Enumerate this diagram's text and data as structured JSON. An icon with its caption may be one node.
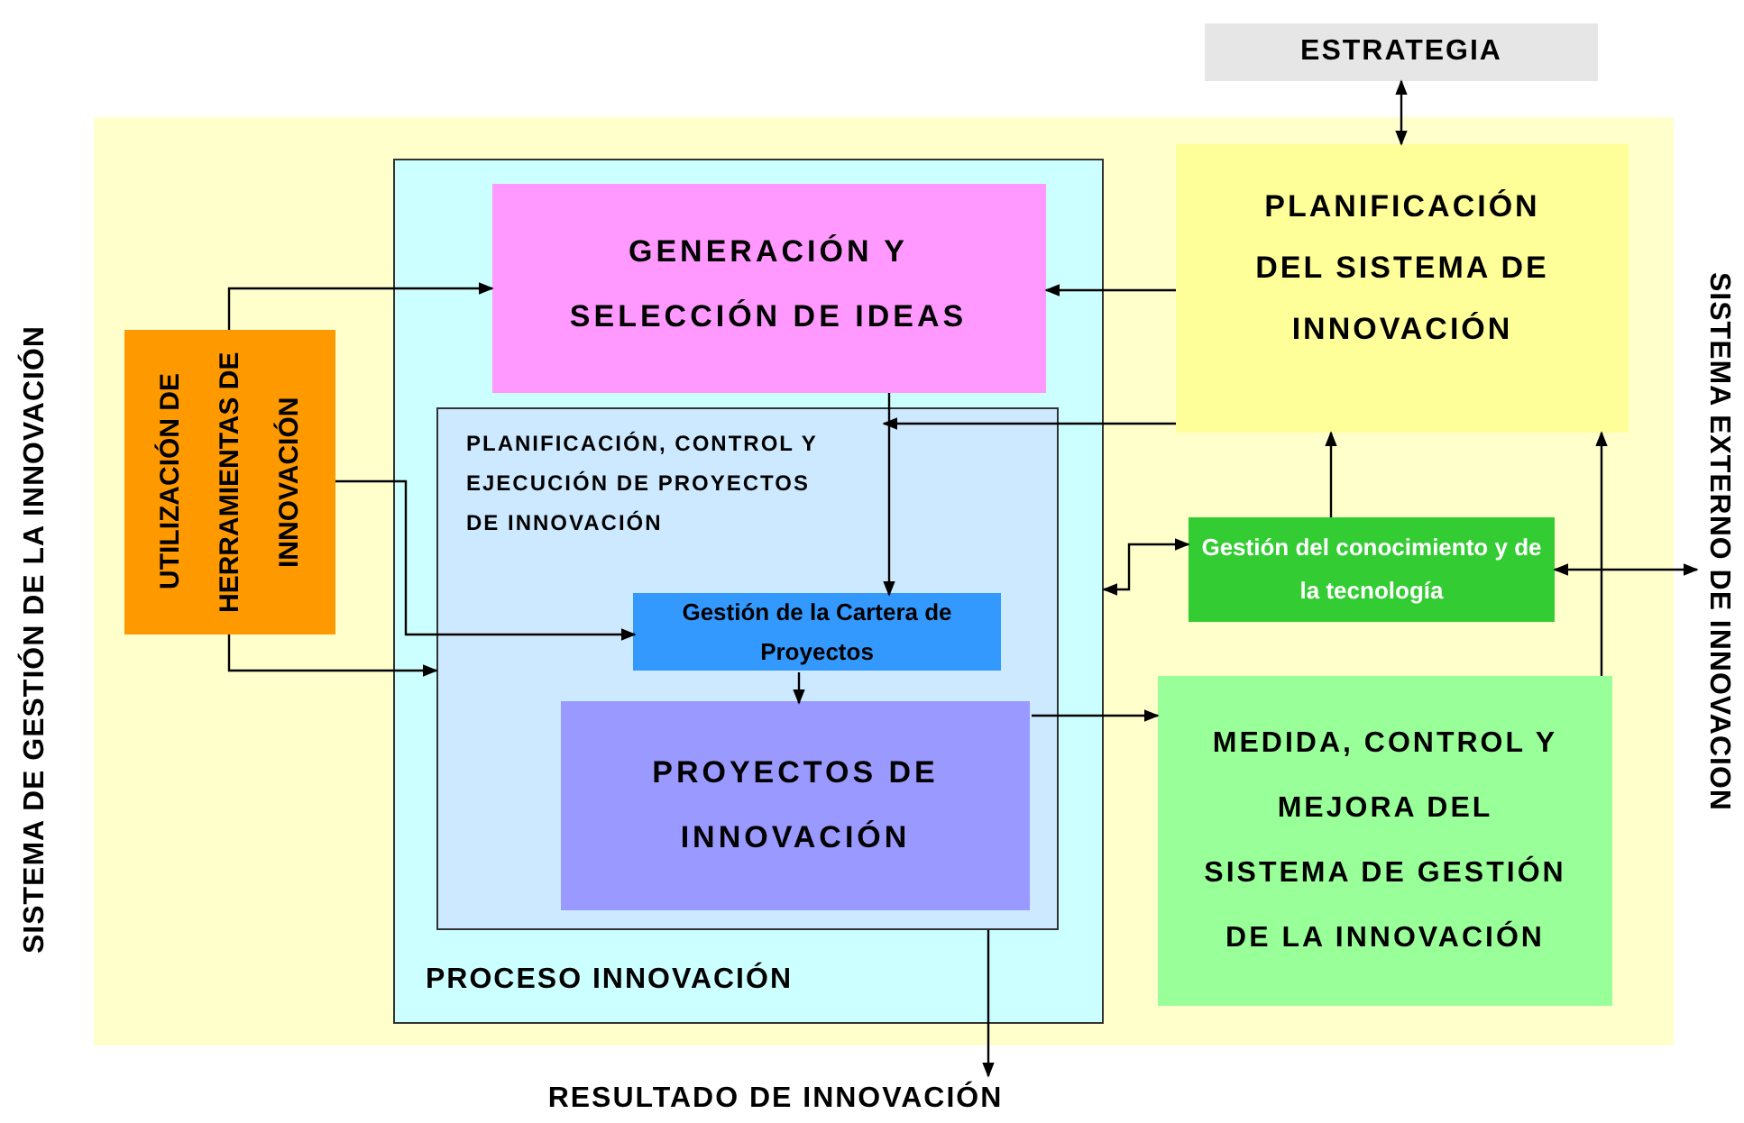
{
  "diagram": {
    "nodes": [
      {
        "text": [],
        "shape": "box"
      },
      {
        "text": [
          "ESTRATEGIA"
        ]
      },
      {
        "text": [
          "PROCESO INNOVACIÓN"
        ],
        "in": 0
      },
      {
        "text": [
          "GENERACIÓN Y SELECCIÓN DE IDEAS"
        ],
        "in": 2
      },
      {
        "text": [
          "PLANIFICACIÓN, CONTROL Y EJECUCIÓN DE PROYECTOS DE INNOVACIÓN"
        ],
        "in": 2
      },
      {
        "text": [
          "Gestión de la Cartera de Proyectos"
        ],
        "in": 4
      },
      {
        "text": [
          "PROYECTOS DE INNOVACIÓN"
        ],
        "in": 4
      },
      {
        "text": [
          "UTILIZACIÓN DE HERRAMIENTAS DE INNOVACIÓN"
        ],
        "in": 0
      },
      {
        "text": [
          "PLANIFICACIÓN DEL SISTEMA DE INNOVACIÓN"
        ],
        "in": 0
      },
      {
        "text": [
          "Gestión del conocimiento y de la tecnología"
        ],
        "in": 0
      },
      {
        "text": [
          "MEDIDA, CONTROL Y MEJORA DEL SISTEMA DE GESTIÓN DE LA INNOVACIÓN"
        ],
        "in": 0
      },
      {
        "text": [
          "RESULTADO DE INNOVACIÓN"
        ]
      },
      {
        "text": [
          "SISTEMA EXTERNO DE INNOVACION"
        ]
      }
    ],
    "edges": [
      {
        "from": 1,
        "to": 8,
        "arrow": "both"
      },
      {
        "from": 7,
        "to": 3,
        "arrow": "to"
      },
      {
        "from": 7,
        "to": 5,
        "arrow": "to"
      },
      {
        "from": 7,
        "to": 4,
        "arrow": "to"
      },
      {
        "from": 8,
        "to": 3,
        "arrow": "to"
      },
      {
        "from": 8,
        "to": 4,
        "arrow": "to"
      },
      {
        "from": 3,
        "to": 5,
        "arrow": "to"
      },
      {
        "from": 5,
        "to": 6,
        "arrow": "to"
      },
      {
        "from": 6,
        "to": 10,
        "arrow": "to"
      },
      {
        "from": 9,
        "to": 2,
        "arrow": "both"
      },
      {
        "from": 9,
        "to": 8,
        "arrow": "to"
      },
      {
        "from": 10,
        "to": 8,
        "arrow": "to"
      },
      {
        "from": 9,
        "to": 12,
        "arrow": "both"
      },
      {
        "from": 4,
        "to": 11,
        "arrow": "to"
      }
    ],
    "labels": [
      "SISTEMA DE GESTIÓN DE LA INNOVACIÓN"
    ]
  }
}
